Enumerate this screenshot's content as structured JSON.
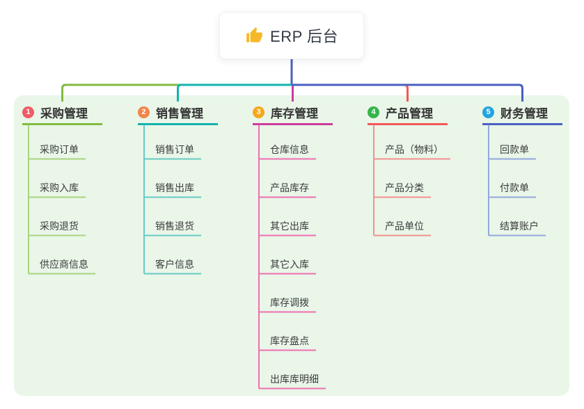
{
  "root": {
    "label": "ERP 后台",
    "icon": "thumbs-up-icon",
    "icon_color": "#f5b928"
  },
  "canvas": {
    "background": "#ffffff",
    "panel_background": "#e9f6e8",
    "stem_color": "#4a5fc1",
    "text_color": "#3c3c3c"
  },
  "branches": [
    {
      "badge": "1",
      "label": "采购管理",
      "badge_color": "#f25b66",
      "line_color": "#82bb41",
      "sub_line_color": "#a9d381",
      "children": [
        "采购订单",
        "采购入库",
        "采购退货",
        "供应商信息"
      ]
    },
    {
      "badge": "2",
      "label": "销售管理",
      "badge_color": "#f2854b",
      "line_color": "#14b3ae",
      "sub_line_color": "#68c9c4",
      "children": [
        "销售订单",
        "销售出库",
        "销售退货",
        "客户信息"
      ]
    },
    {
      "badge": "3",
      "label": "库存管理",
      "badge_color": "#f5a71e",
      "line_color": "#ce3b9e",
      "sub_line_color": "#f06fb2",
      "children": [
        "仓库信息",
        "产品库存",
        "其它出库",
        "其它入库",
        "库存调拨",
        "库存盘点",
        "出库库明细"
      ]
    },
    {
      "badge": "4",
      "label": "产品管理",
      "badge_color": "#35b44a",
      "line_color": "#f25858",
      "sub_line_color": "#f49090",
      "children": [
        "产品（物料）",
        "产品分类",
        "产品单位"
      ]
    },
    {
      "badge": "5",
      "label": "财务管理",
      "badge_color": "#23a3e0",
      "line_color": "#4a5fc1",
      "sub_line_color": "#93a7dc",
      "children": [
        "回款单",
        "付款单",
        "结算账户"
      ]
    }
  ]
}
